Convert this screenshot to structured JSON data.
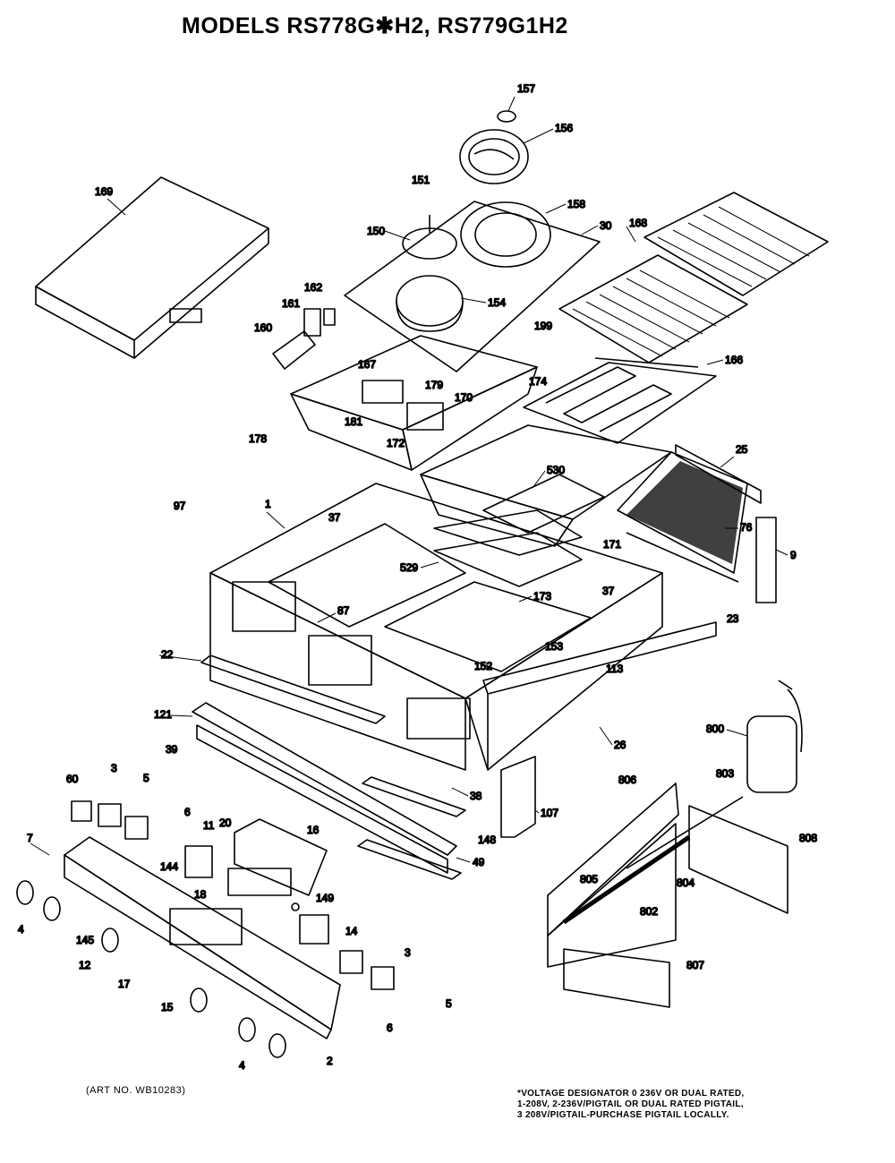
{
  "title": "MODELS RS778G✱H2, RS779G1H2",
  "art_number": "(ART NO. WB10283)",
  "voltage_note": [
    "*VOLTAGE DESIGNATOR 0 236V OR DUAL RATED,",
    "1-208V, 2-236V/PIGTAIL OR DUAL RATED PIGTAIL,",
    "3 208V/PIGTAIL-PURCHASE PIGTAIL LOCALLY."
  ],
  "part_labels": [
    "157",
    "156",
    "158",
    "151",
    "150",
    "154",
    "30",
    "169",
    "168",
    "162",
    "161",
    "160",
    "199",
    "166",
    "167",
    "179",
    "170",
    "174",
    "181",
    "172",
    "178",
    "25",
    "530",
    "97",
    "1",
    "37",
    "76",
    "171",
    "9",
    "529",
    "87",
    "173",
    "153",
    "37",
    "23",
    "22",
    "113",
    "152",
    "121",
    "26",
    "800",
    "39",
    "5",
    "38",
    "107",
    "60",
    "3",
    "6",
    "11",
    "20",
    "16",
    "148",
    "806",
    "803",
    "7",
    "144",
    "49",
    "808",
    "4",
    "18",
    "149",
    "805",
    "804",
    "145",
    "14",
    "802",
    "12",
    "807",
    "17",
    "3",
    "5",
    "15",
    "6",
    "4",
    "2"
  ]
}
